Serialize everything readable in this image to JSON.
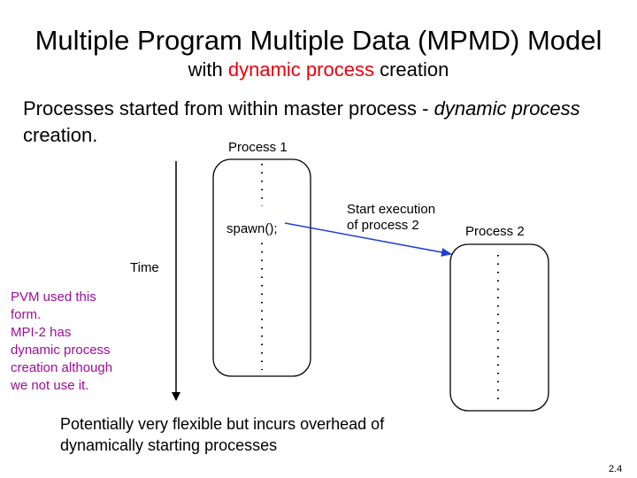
{
  "slide": {
    "title": "Multiple Program Multiple Data (MPMD) Model",
    "subtitle": {
      "prefix": "with ",
      "highlight": "dynamic process",
      "suffix": " creation"
    },
    "intro": {
      "part1": "Processes started from within master process - ",
      "italic": "dynamic process",
      "part2": " creation."
    },
    "time_label": "Time",
    "process1": {
      "label": "Process 1",
      "call": "spawn();"
    },
    "process2": {
      "label": "Process 2"
    },
    "arrow_label": {
      "line1": "Start execution",
      "line2": "of process 2"
    },
    "note": {
      "lines": [
        "PVM used this",
        "form.",
        "MPI-2 has",
        "dynamic process",
        "creation although",
        "we not use it."
      ]
    },
    "bottom_text": {
      "line1": "Potentially very flexible but incurs overhead of",
      "line2": "dynamically starting processes"
    },
    "page_number": "2.4"
  },
  "colors": {
    "highlight": "#e8000b",
    "note": "#9b0e9b",
    "arrow": "#1f3fd1"
  }
}
